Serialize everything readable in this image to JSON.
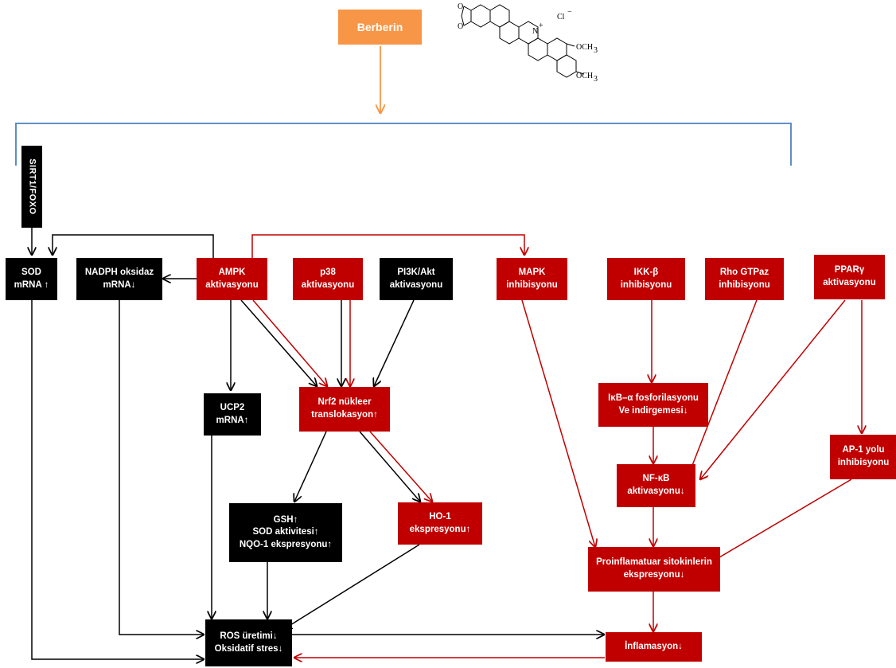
{
  "nodes": {
    "berberin": {
      "lines": [
        "Berberin"
      ],
      "style": "orange"
    },
    "sirt1_foxo": {
      "lines": [
        "SIRT1/FOXO"
      ],
      "style": "black"
    },
    "sod_mrna": {
      "lines": [
        "SOD",
        "mRNA ↑"
      ],
      "style": "black"
    },
    "nadph_oksidaz": {
      "lines": [
        "NADPH oksidaz",
        "mRNA↓"
      ],
      "style": "black"
    },
    "ampk": {
      "lines": [
        "AMPK",
        "aktivasyonu"
      ],
      "style": "red"
    },
    "p38": {
      "lines": [
        "p38",
        "aktivasyonu"
      ],
      "style": "red"
    },
    "pi3k_akt": {
      "lines": [
        "PI3K/Akt",
        "aktivasyonu"
      ],
      "style": "black"
    },
    "mapk": {
      "lines": [
        "MAPK",
        "inhibisyonu"
      ],
      "style": "red"
    },
    "ikk_beta": {
      "lines": [
        "IKK-β",
        "inhibisyonu"
      ],
      "style": "red"
    },
    "rho_gtpaz": {
      "lines": [
        "Rho GTPaz",
        "inhibisyonu"
      ],
      "style": "red"
    },
    "ppar_gamma": {
      "lines": [
        "PPARγ",
        "aktivasyonu"
      ],
      "style": "red"
    },
    "ucp2": {
      "lines": [
        "UCP2",
        "mRNA↑"
      ],
      "style": "black"
    },
    "nrf2": {
      "lines": [
        "Nrf2 nükleer",
        "translokasyon↑"
      ],
      "style": "red"
    },
    "ikb_alpha": {
      "lines": [
        "IκB–α fosforilasyonu",
        "Ve indirgemesi↓"
      ],
      "style": "red"
    },
    "ap1": {
      "lines": [
        "AP-1 yolu",
        "inhibisyonu"
      ],
      "style": "red"
    },
    "nf_kb": {
      "lines": [
        "NF-κB",
        "aktivasyonu↓"
      ],
      "style": "red"
    },
    "gsh": {
      "lines": [
        "GSH↑",
        "SOD aktivitesi↑",
        "NQO-1 ekspresyonu↑"
      ],
      "style": "black"
    },
    "ho1": {
      "lines": [
        "HO-1",
        "ekspresyonu↑"
      ],
      "style": "red"
    },
    "proinflamatuar": {
      "lines": [
        "Proinflamatuar sitokinlerin",
        "ekspresyonu↓"
      ],
      "style": "red"
    },
    "ros": {
      "lines": [
        "ROS üretimi↓",
        "Oksidatif stres↓"
      ],
      "style": "black"
    },
    "inflamasyon": {
      "lines": [
        "İnflamasyon↓"
      ],
      "style": "red"
    }
  },
  "chemical": {
    "counter_ion": "Cl",
    "charge": "−",
    "plus": "+",
    "ring_atom": "N",
    "methoxy_1": "OCH",
    "methoxy_2": "OCH",
    "sub3": "3",
    "oxygen": "O"
  },
  "colors": {
    "black_box": "#000000",
    "red_box": "#c00000",
    "orange_box": "#f79646",
    "orange_arrow": "#f79646",
    "bracket_blue": "#4f81bd",
    "red_arrow": "#c00000",
    "black_arrow": "#000000"
  }
}
